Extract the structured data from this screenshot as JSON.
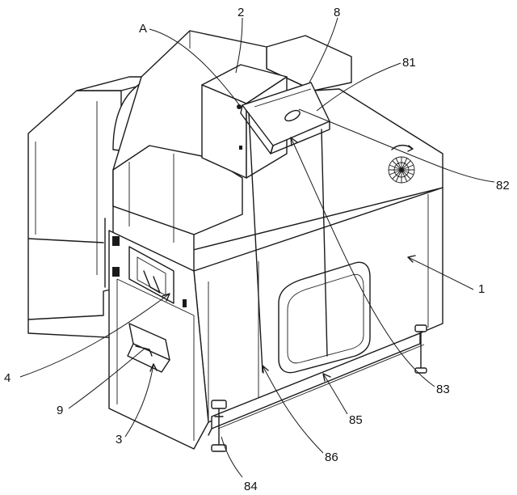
{
  "labels": {
    "A": "A",
    "2": "2",
    "8": "8",
    "81": "81",
    "82": "82",
    "1": "1",
    "4": "4",
    "9": "9",
    "3": "3",
    "83": "83",
    "85": "85",
    "86": "86",
    "84": "84"
  },
  "colors": {
    "line": "#1a1a1a",
    "background": "#ffffff"
  }
}
